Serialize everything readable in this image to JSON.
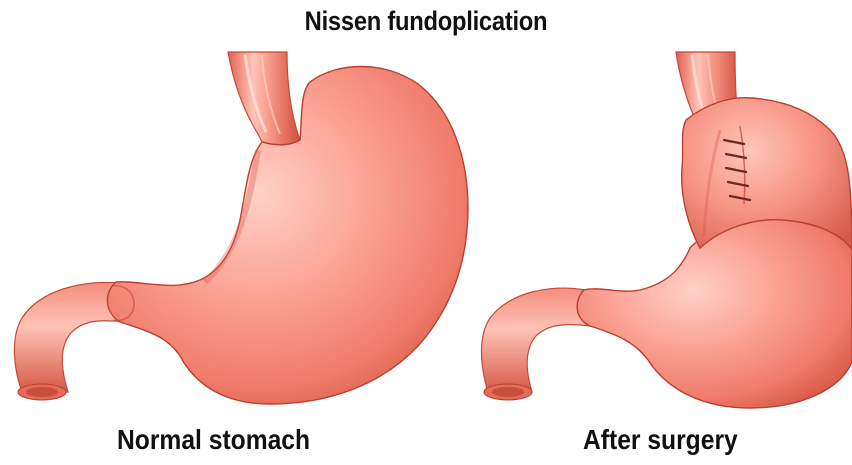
{
  "title": "Nissen fundoplication",
  "labels": {
    "normal": "Normal stomach",
    "after": "After surgery"
  },
  "colors": {
    "stomach_light": "#fca99b",
    "stomach_mid": "#f07c6b",
    "stomach_dark": "#d2523f",
    "outline": "#b8402f",
    "suture": "#6a2a20"
  }
}
